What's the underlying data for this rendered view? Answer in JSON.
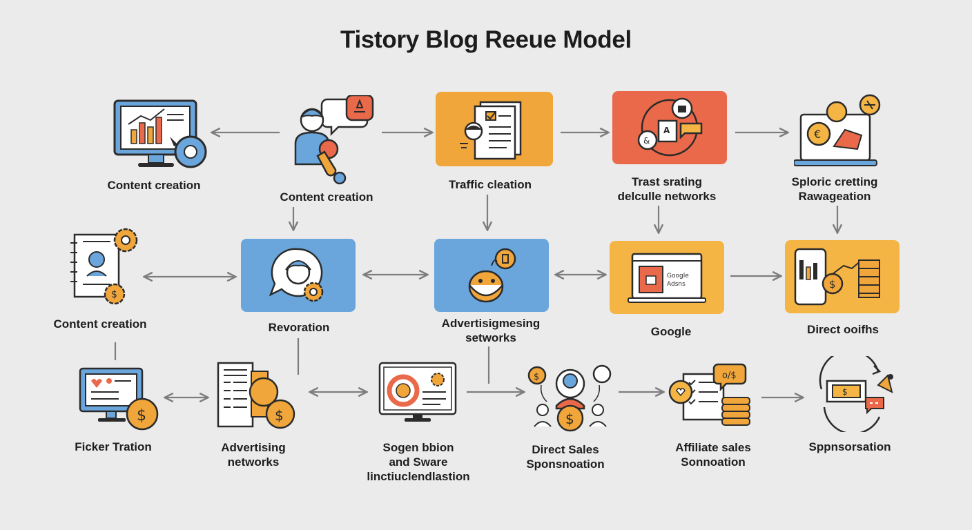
{
  "title": "Tistory Blog Reeue Model",
  "colors": {
    "background": "#ebebeb",
    "orange": "#f0a63a",
    "red_orange": "#e9694a",
    "blue": "#6aa5dc",
    "yellow": "#f5b545",
    "outline": "#2b2b2b",
    "arrow": "#7d7d7d"
  },
  "nodes": {
    "row1": {
      "content_creation_monitor": {
        "label": "Content creation",
        "icon": "chart-monitor-icon"
      },
      "content_creation_person": {
        "label": "Content creation",
        "icon": "writer-person-icon"
      },
      "traffic_creation": {
        "label": "Traffic cleation",
        "icon": "document-icon"
      },
      "trust_networks": {
        "label": "Trast srating\ndelculle networks",
        "icon": "network-icon"
      },
      "sporic_creating": {
        "label": "Sploric cretting\nRawageation",
        "icon": "laptop-currency-icon"
      }
    },
    "row2": {
      "content_creation_doc": {
        "label": "Content creation",
        "icon": "profile-document-icon"
      },
      "revoration": {
        "label": "Revoration",
        "icon": "person-chat-icon"
      },
      "advertising_networks_bird": {
        "label": "Advertisigmesing\nsetworks",
        "icon": "bird-icon"
      },
      "google": {
        "label": "Google",
        "icon": "browser-ad-icon"
      },
      "direct_ooifhs": {
        "label": "Direct ooifhs",
        "icon": "tablet-analytics-icon"
      }
    },
    "row3": {
      "ficker_tration": {
        "label": "Ficker Tration",
        "icon": "monitor-dollar-icon"
      },
      "advertising_networks": {
        "label": "Advertising\nnetworks",
        "icon": "documents-coins-icon"
      },
      "sogen_bbion": {
        "label": "Sogen bbion\nand Sware\nlinctiuclendlastion",
        "icon": "monitor-chart-icon"
      },
      "direct_sales": {
        "label": "Direct Sales\nSponsnoation",
        "icon": "people-dollar-icon"
      },
      "affiliate_sales": {
        "label": "Affiliate sales\nSonnoation",
        "icon": "checklist-coins-icon"
      },
      "sponsorsation": {
        "label": "Sppnsorsation",
        "icon": "cycle-banner-icon"
      }
    }
  }
}
